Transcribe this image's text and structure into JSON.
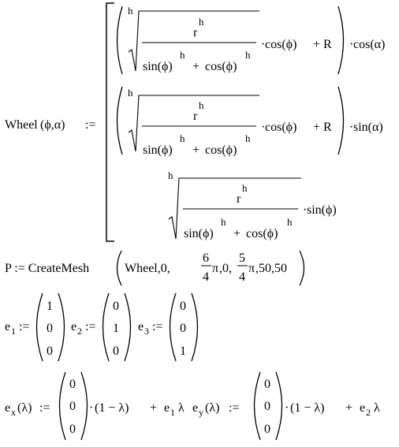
{
  "wheel": {
    "lhs": {
      "name": "Wheel",
      "args": "(ϕ,α)",
      "assign": ":="
    },
    "row1": {
      "h_index": "h",
      "r_base": "r",
      "r_exp": "h",
      "den_sin": "sin(ϕ)",
      "den_sin_exp": "h",
      "den_plus": "+",
      "den_cos": "cos(ϕ)",
      "den_cos_exp": "h",
      "dot": "·",
      "cos_phi": "cos(ϕ)",
      "plus_R": "+ R",
      "trail_dot": "·",
      "trail": "cos(α)"
    },
    "row2": {
      "h_index": "h",
      "r_base": "r",
      "r_exp": "h",
      "den_sin": "sin(ϕ)",
      "den_sin_exp": "h",
      "den_plus": "+",
      "den_cos": "cos(ϕ)",
      "den_cos_exp": "h",
      "dot": "·",
      "cos_phi": "cos(ϕ)",
      "plus_R": "+ R",
      "trail_dot": "·",
      "trail": "sin(α)"
    },
    "row3": {
      "h_index": "h",
      "r_base": "r",
      "r_exp": "h",
      "den_sin": "sin(ϕ)",
      "den_sin_exp": "h",
      "den_plus": "+",
      "den_cos": "cos(ϕ)",
      "den_cos_exp": "h",
      "dot": "·",
      "trail": "sin(ϕ)"
    }
  },
  "mesh": {
    "lhs": "P := CreateMesh",
    "args_start": "Wheel,0,",
    "frac1_num": "6",
    "frac1_den": "4",
    "pi1": "π",
    "args_mid": ",0,",
    "frac2_num": "5",
    "frac2_den": "4",
    "pi2": "π",
    "args_end": ",50,50"
  },
  "basis": {
    "e1": {
      "name": "e",
      "sub": "1",
      "assign": ":=",
      "values": [
        "1",
        "0",
        "0"
      ]
    },
    "e2": {
      "name": "e",
      "sub": "2",
      "assign": ":=",
      "values": [
        "0",
        "1",
        "0"
      ]
    },
    "e3": {
      "name": "e",
      "sub": "3",
      "assign": ":=",
      "values": [
        "0",
        "0",
        "1"
      ]
    }
  },
  "lines": {
    "ex": {
      "name": "e",
      "sub": "x",
      "args": "(λ)",
      "assign": ":=",
      "values": [
        "0",
        "0",
        "0"
      ],
      "dot": "·",
      "factor": "(1 − λ)",
      "plus": "+",
      "basis_name": "e",
      "basis_sub": "1",
      "lambda": "λ"
    },
    "ey": {
      "name": "e",
      "sub": "y",
      "args": "(λ)",
      "assign": ":=",
      "values": [
        "0",
        "0",
        "0"
      ],
      "dot": "·",
      "factor": "(1 − λ)",
      "plus": "+",
      "basis_name": "e",
      "basis_sub": "2",
      "lambda": "λ"
    }
  }
}
